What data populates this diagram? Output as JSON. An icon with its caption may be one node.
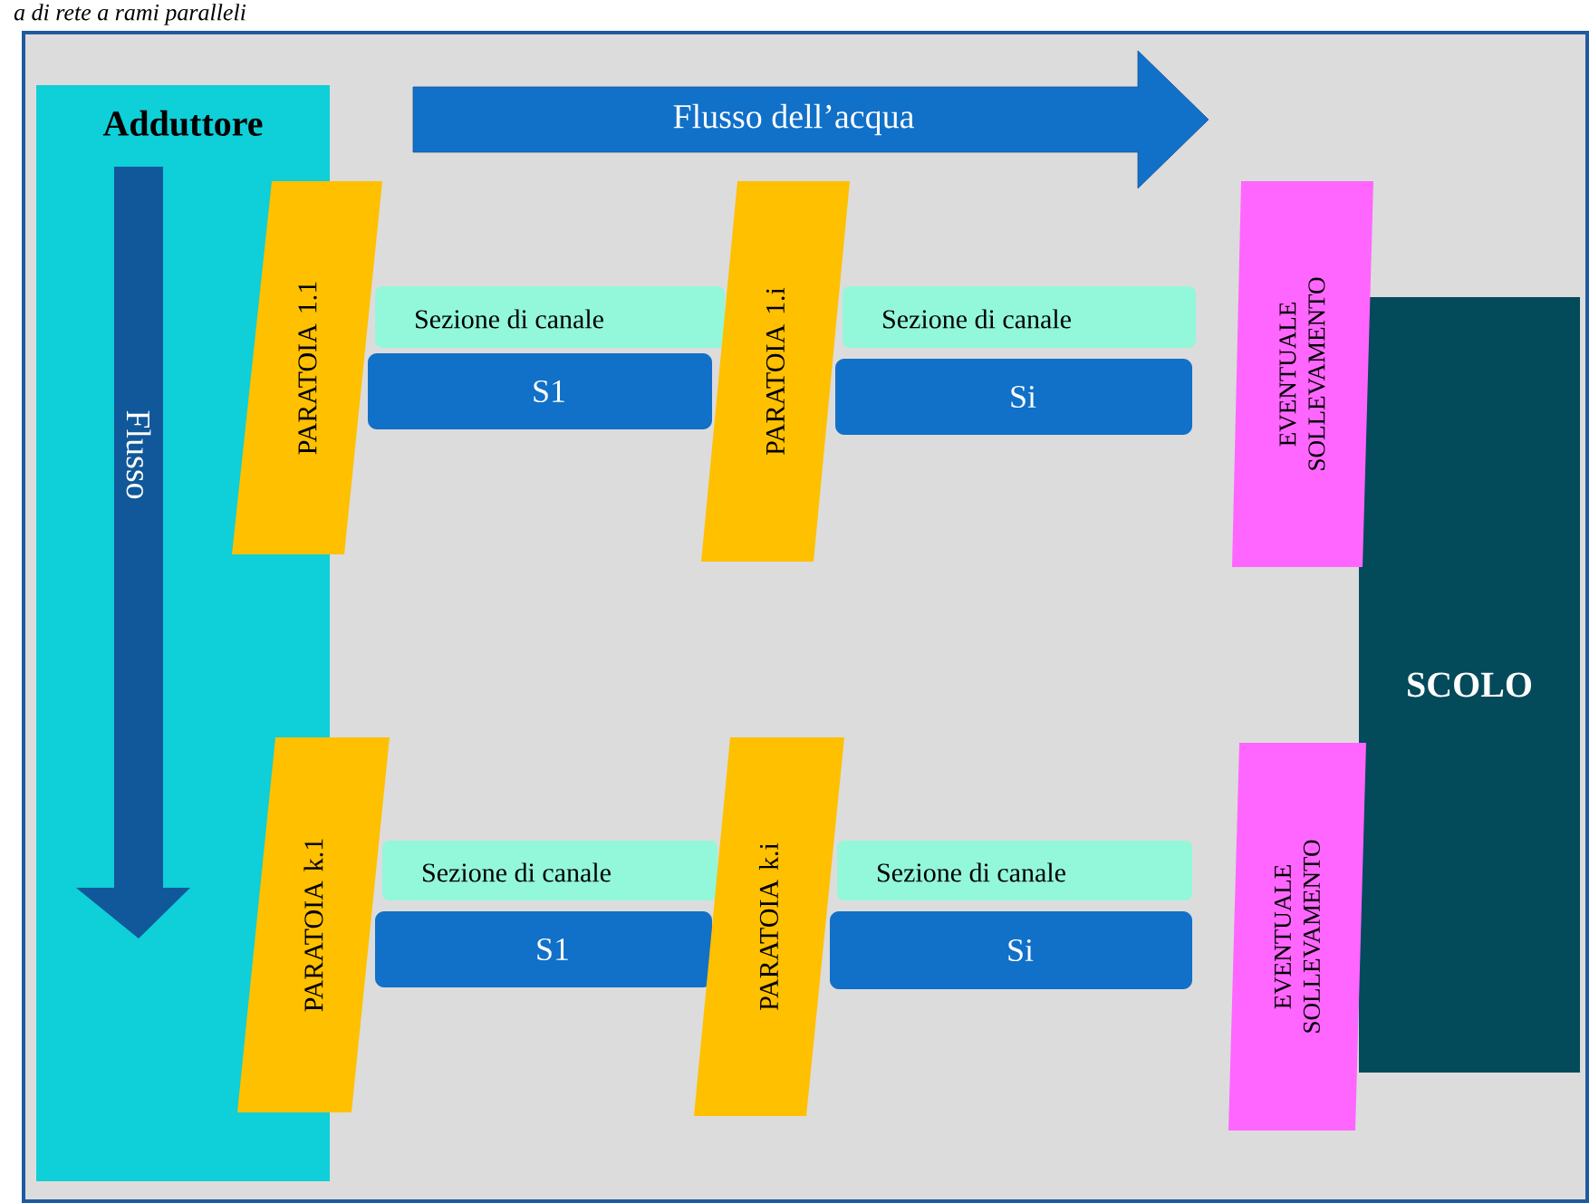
{
  "diagram": {
    "title": "a di rete a rami paralleli",
    "nodes": [
      {
        "text": [
          "Adduttore"
        ]
      },
      {
        "text": [
          "Flusso"
        ],
        "in": 0
      },
      {
        "text": [
          "Flusso dell’acqua"
        ]
      },
      {
        "text": [
          "PARATOIA 1.1"
        ]
      },
      {
        "text": [
          "Sezione di canale"
        ]
      },
      {
        "text": [
          "S1"
        ]
      },
      {
        "text": [
          "PARATOIA 1.i"
        ]
      },
      {
        "text": [
          "Sezione di canale"
        ]
      },
      {
        "text": [
          "Si"
        ]
      },
      {
        "text": [
          "EVENTUALE SOLLEVAMENTO"
        ]
      },
      {
        "text": [
          "SCOLO"
        ]
      },
      {
        "text": [
          "PARATOIA k.1"
        ]
      },
      {
        "text": [
          "Sezione di canale"
        ]
      },
      {
        "text": [
          "S1"
        ]
      },
      {
        "text": [
          "PARATOIA k.i"
        ]
      },
      {
        "text": [
          "Sezione di canale"
        ]
      },
      {
        "text": [
          "Si"
        ]
      },
      {
        "text": [
          "EVENTUALE SOLLEVAMENTO"
        ]
      }
    ],
    "edges": []
  }
}
